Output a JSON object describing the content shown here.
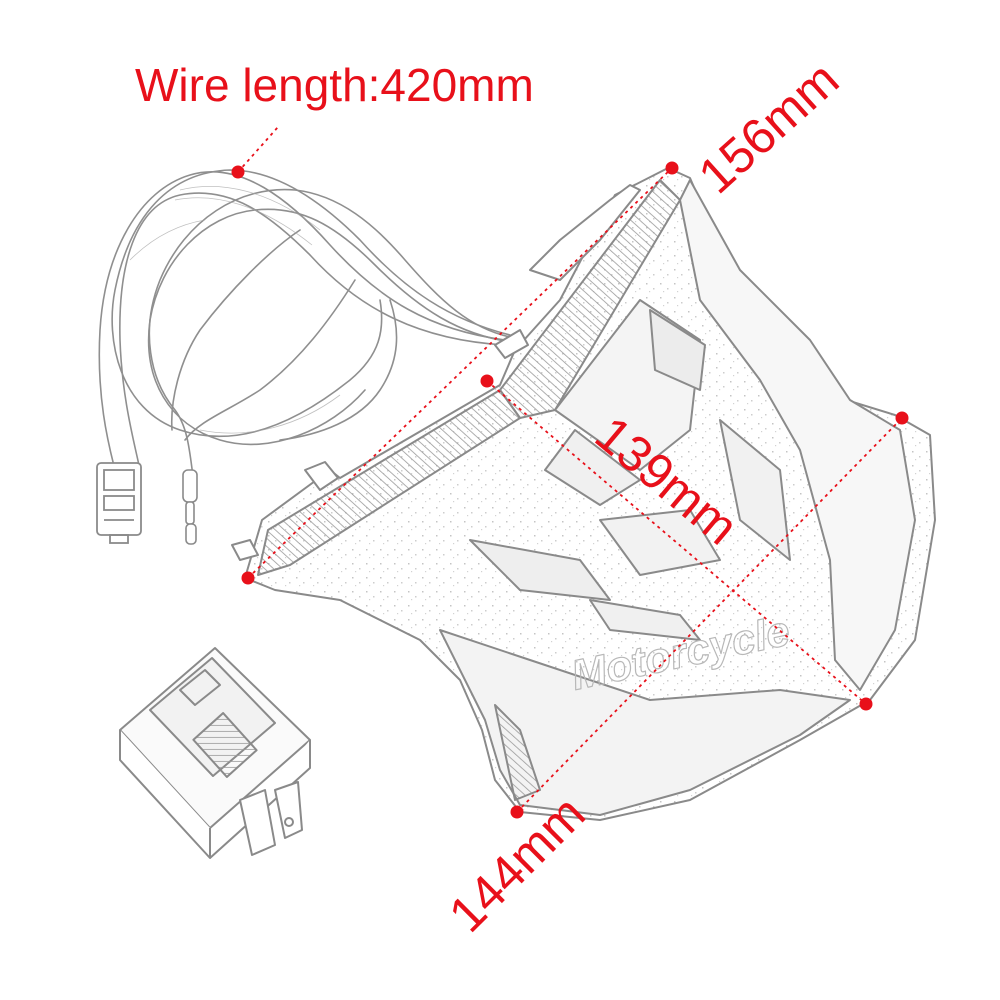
{
  "annotations": {
    "wire_length": "Wire length:420mm",
    "dim_top": "156mm",
    "dim_middle": "139mm",
    "dim_bottom": "144mm"
  },
  "colors": {
    "accent": "#e8101a",
    "line_art": "#8a8a8a",
    "background": "#ffffff"
  },
  "watermark": "Motorcycle"
}
